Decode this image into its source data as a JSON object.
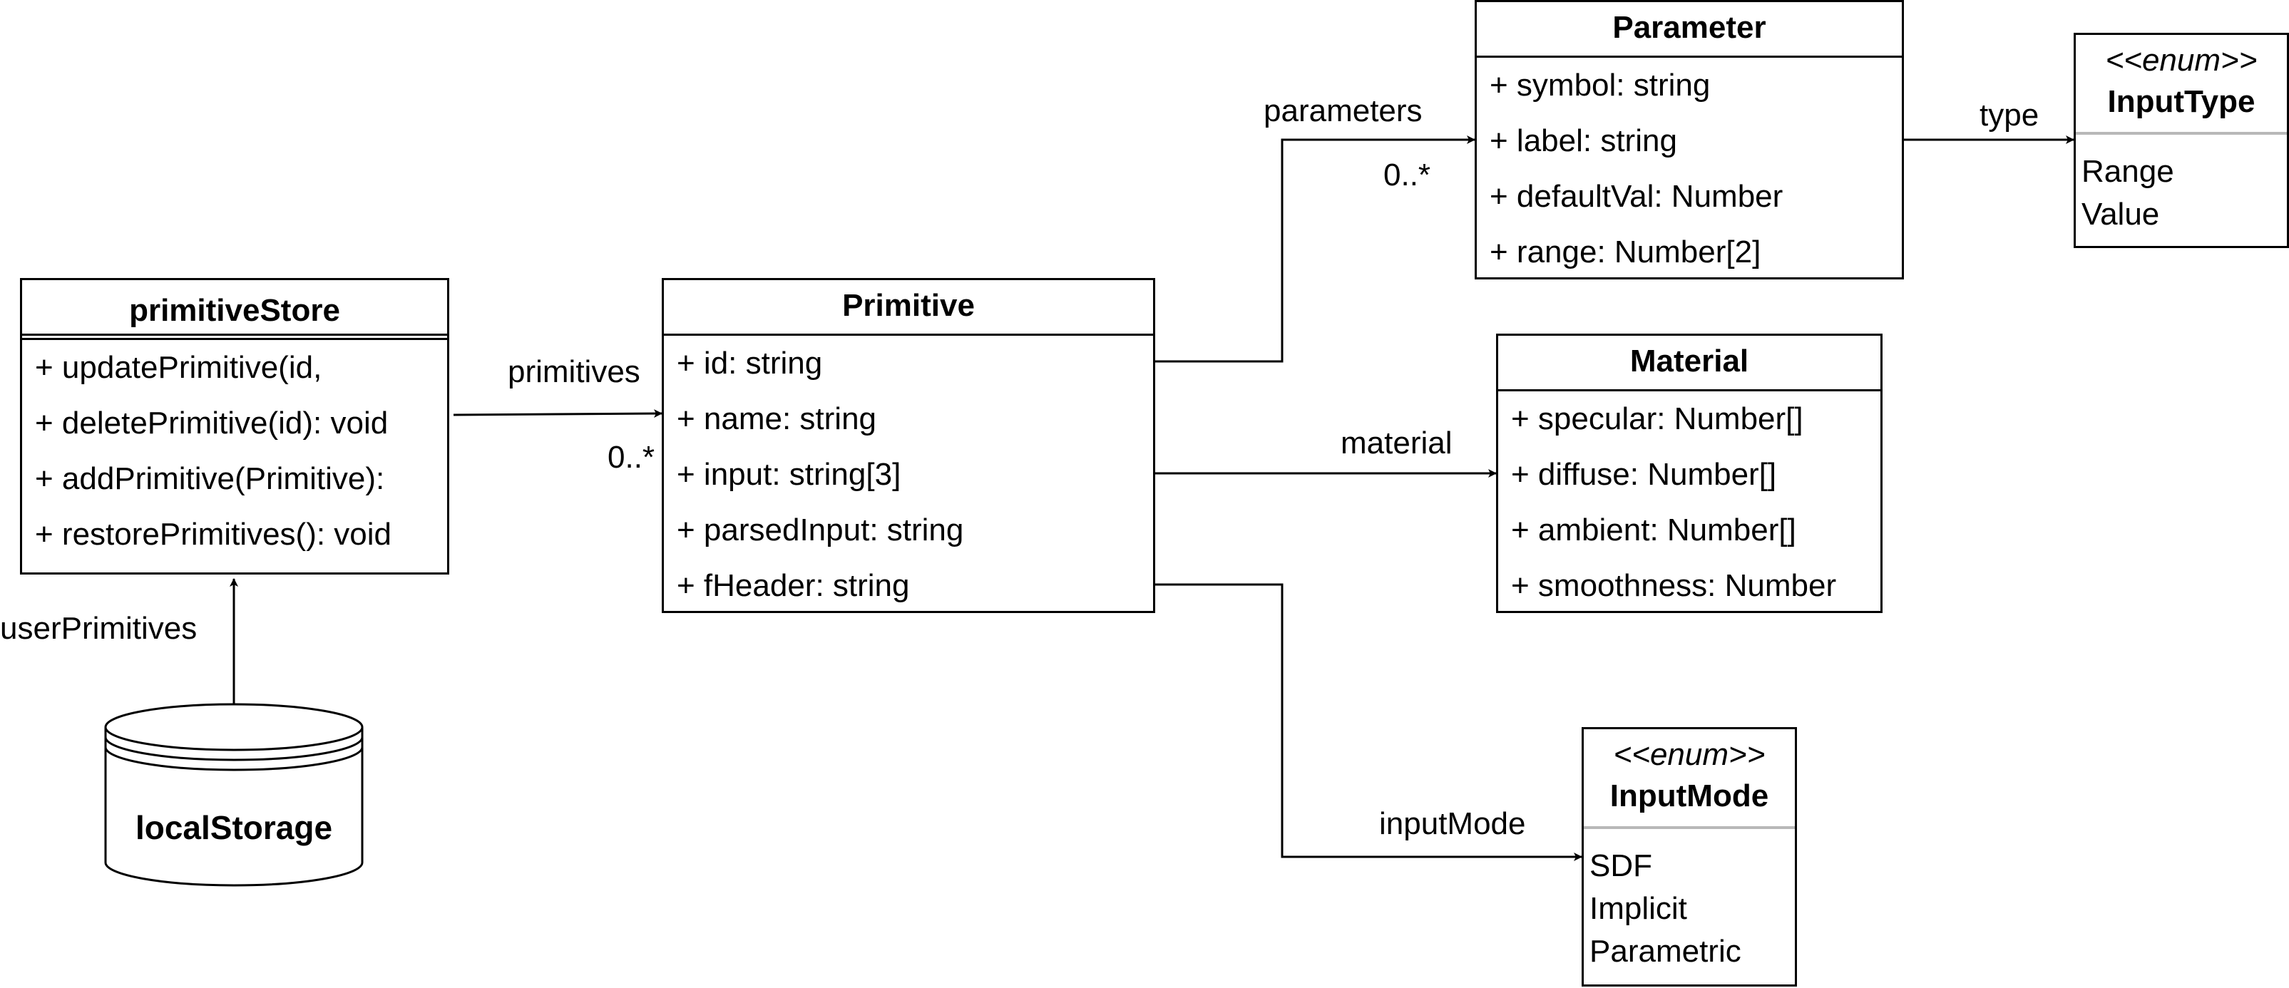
{
  "classes": {
    "primitive_store": {
      "name": "primitiveStore",
      "methods": [
        "+ updatePrimitive(id,",
        "+ deletePrimitive(id): void",
        "+ addPrimitive(Primitive):",
        "+ restorePrimitives(): void"
      ]
    },
    "primitive": {
      "name": "Primitive",
      "attributes": [
        "+ id: string",
        "+ name: string",
        "+ input: string[3]",
        "+ parsedInput: string",
        "+ fHeader: string"
      ]
    },
    "parameter": {
      "name": "Parameter",
      "attributes": [
        "+ symbol: string",
        "+ label: string",
        "+ defaultVal: Number",
        "+ range: Number[2]"
      ]
    },
    "material": {
      "name": "Material",
      "attributes": [
        "+ specular: Number[]",
        "+ diffuse: Number[]",
        "+ ambient: Number[]",
        "+ smoothness: Number"
      ]
    }
  },
  "enums": {
    "input_type": {
      "stereotype": "<<enum>>",
      "name": "InputType",
      "values": [
        "Range",
        "Value"
      ]
    },
    "input_mode": {
      "stereotype": "<<enum>>",
      "name": "InputMode",
      "values": [
        "SDF",
        "Implicit",
        "Parametric"
      ]
    }
  },
  "datastore": {
    "name": "localStorage"
  },
  "associations": {
    "user_primitives": {
      "label": "userPrimitives"
    },
    "primitives": {
      "label": "primitives",
      "multiplicity": "0..*"
    },
    "parameters": {
      "label": "parameters",
      "multiplicity": "0..*"
    },
    "material": {
      "label": "material"
    },
    "type": {
      "label": "type"
    },
    "input_mode": {
      "label": "inputMode"
    }
  }
}
